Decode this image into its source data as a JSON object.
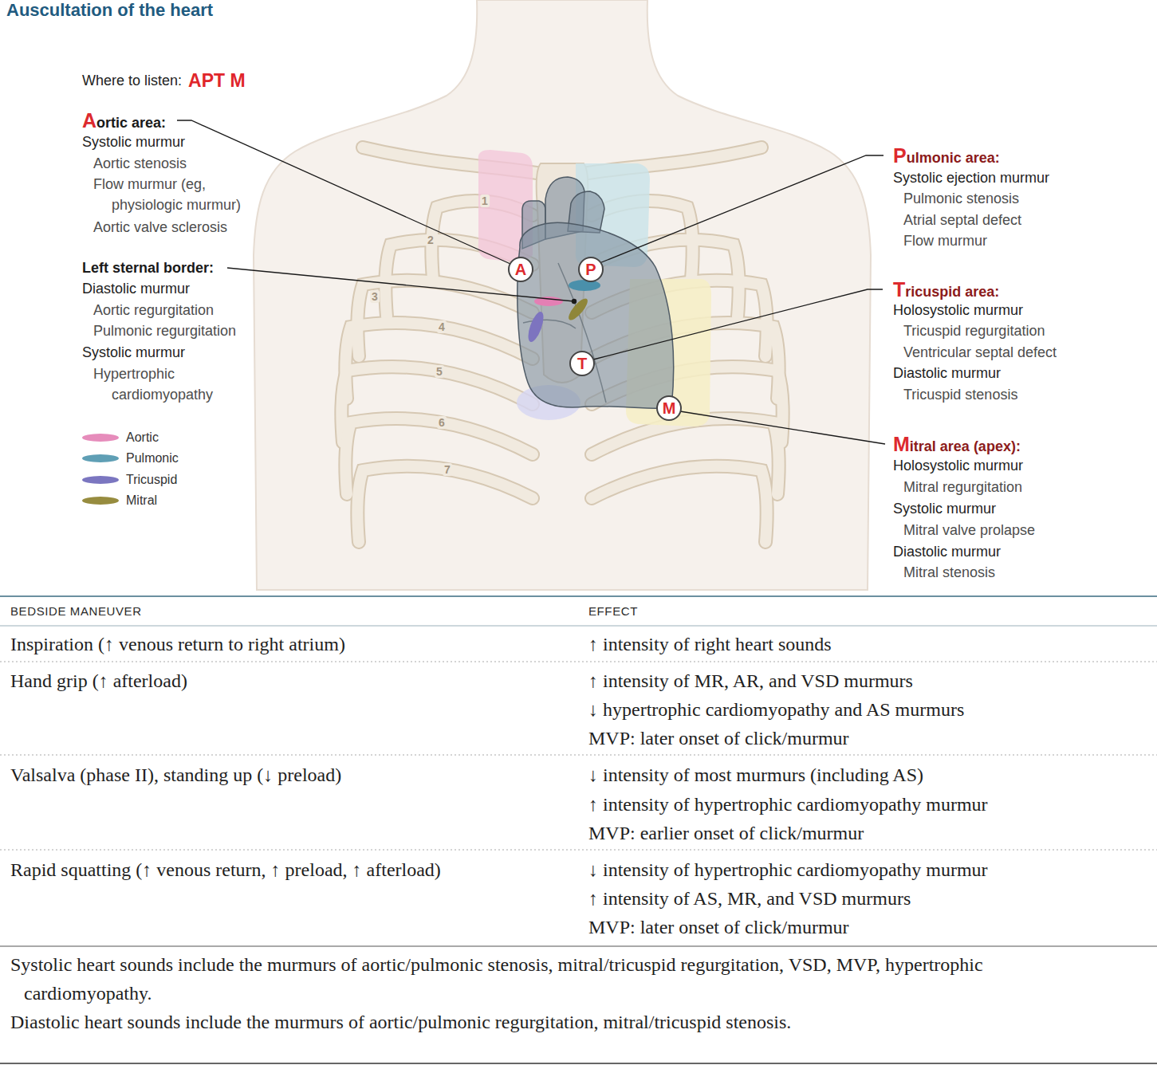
{
  "diagram": {
    "title": "Auscultation of the heart",
    "nodes": [
      {
        "text": [
          "A"
        ]
      },
      {
        "text": [
          "P"
        ]
      },
      {
        "text": [
          "T"
        ]
      },
      {
        "text": [
          "M"
        ]
      }
    ],
    "labels": [
      "Where to listen:",
      "APT M",
      "Aortic area:",
      "Systolic murmur",
      "Aortic stenosis",
      "Flow murmur (eg, physiologic murmur)",
      "Aortic valve sclerosis",
      "Left sternal border:",
      "Diastolic murmur",
      "Aortic regurgitation",
      "Pulmonic regurgitation",
      "Systolic murmur",
      "Hypertrophic cardiomyopathy",
      "Pulmonic area:",
      "Systolic ejection murmur",
      "Pulmonic stenosis",
      "Atrial septal defect",
      "Flow murmur",
      "Tricuspid area:",
      "Holosystolic murmur",
      "Tricuspid regurgitation",
      "Ventricular septal defect",
      "Diastolic murmur",
      "Tricuspid stenosis",
      "Mitral area (apex):",
      "Holosystolic murmur",
      "Mitral regurgitation",
      "Systolic murmur",
      "Mitral valve prolapse",
      "Diastolic murmur",
      "Mitral stenosis",
      "1",
      "2",
      "3",
      "4",
      "5",
      "6",
      "7",
      "BEDSIDE MANEUVER",
      "EFFECT",
      "Inspiration (↑ venous return to right atrium)",
      "↑ intensity of right heart sounds",
      "Hand grip (↑ afterload)",
      "↑ intensity of MR, AR, and VSD murmurs",
      "↓ hypertrophic cardiomyopathy and AS murmurs",
      "MVP: later onset of click/murmur",
      "Valsalva (phase II), standing up (↓ preload)",
      "↓ intensity of most murmurs (including AS)",
      "↑ intensity of hypertrophic cardiomyopathy murmur",
      "MVP: earlier onset of click/murmur",
      "Rapid squatting (↑ venous return, ↑ preload, ↑ afterload)",
      "↓ intensity of hypertrophic cardiomyopathy murmur",
      "↑ intensity of AS, MR, and VSD murmurs",
      "MVP: later onset of click/murmur",
      "Systolic heart sounds include the murmurs of aortic/pulmonic stenosis, mitral/tricuspid regurgitation, VSD, MVP, hypertrophic cardiomyopathy.",
      "Diastolic heart sounds include the murmurs of aortic/pulmonic regurgitation, mitral/tricuspid stenosis."
    ],
    "legend": [
      {
        "text": "Aortic",
        "color": "#e68cbb"
      },
      {
        "text": "Pulmonic",
        "color": "#5f9fb5"
      },
      {
        "text": "Tricuspid",
        "color": "#7b76c0"
      },
      {
        "text": "Mitral",
        "color": "#978c3f"
      }
    ]
  }
}
